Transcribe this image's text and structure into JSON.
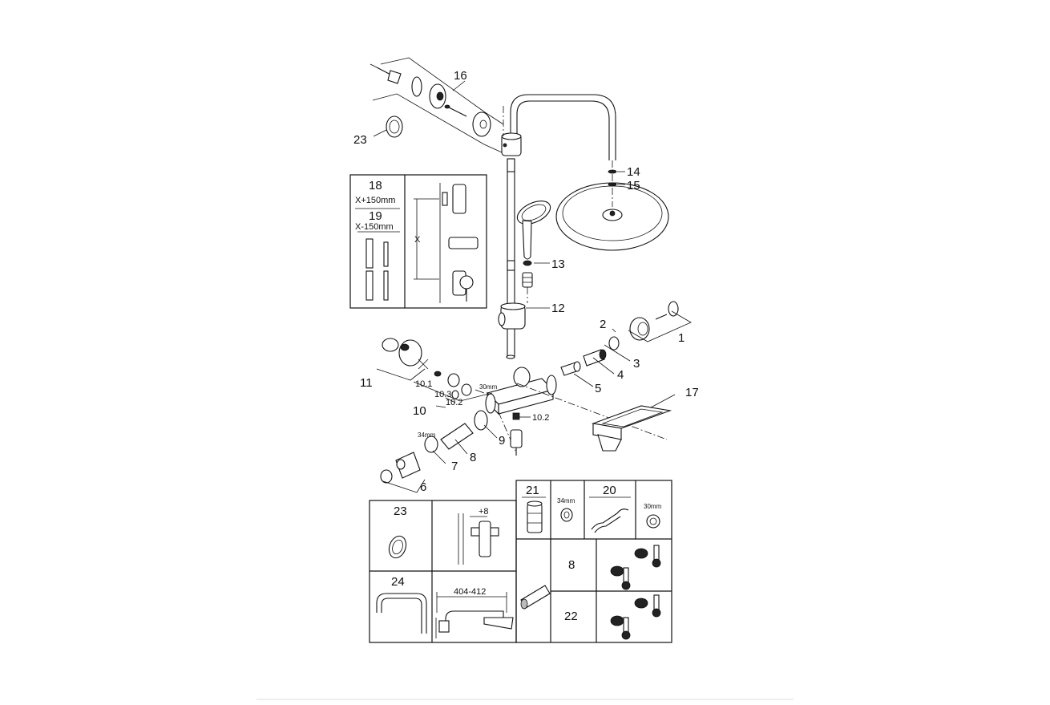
{
  "callouts": {
    "c1": "1",
    "c2": "2",
    "c3": "3",
    "c4": "4",
    "c5": "5",
    "c6": "6",
    "c7": "7",
    "c8": "8",
    "c9": "9",
    "c10": "10",
    "c10_1": "10.1",
    "c10_2a": "10.2",
    "c10_2b": "10.2",
    "c10_3": "10.3",
    "c11": "11",
    "c12": "12",
    "c13": "13",
    "c14": "14",
    "c15": "15",
    "c16": "16",
    "c17": "17",
    "c23": "23"
  },
  "dimensions": {
    "d30_main": "30mm",
    "d34_main": "34mm"
  },
  "inset_extension": {
    "n18": "18",
    "d18": "X+150mm",
    "n19": "19",
    "d19": "X-150mm",
    "x_label": "X"
  },
  "table_left": {
    "n23": "23",
    "offset": "+8",
    "n24": "24",
    "span": "404-412"
  },
  "table_right": {
    "n21": "21",
    "d34": "34mm",
    "n20": "20",
    "d30": "30mm",
    "n8": "8",
    "n22": "22"
  }
}
